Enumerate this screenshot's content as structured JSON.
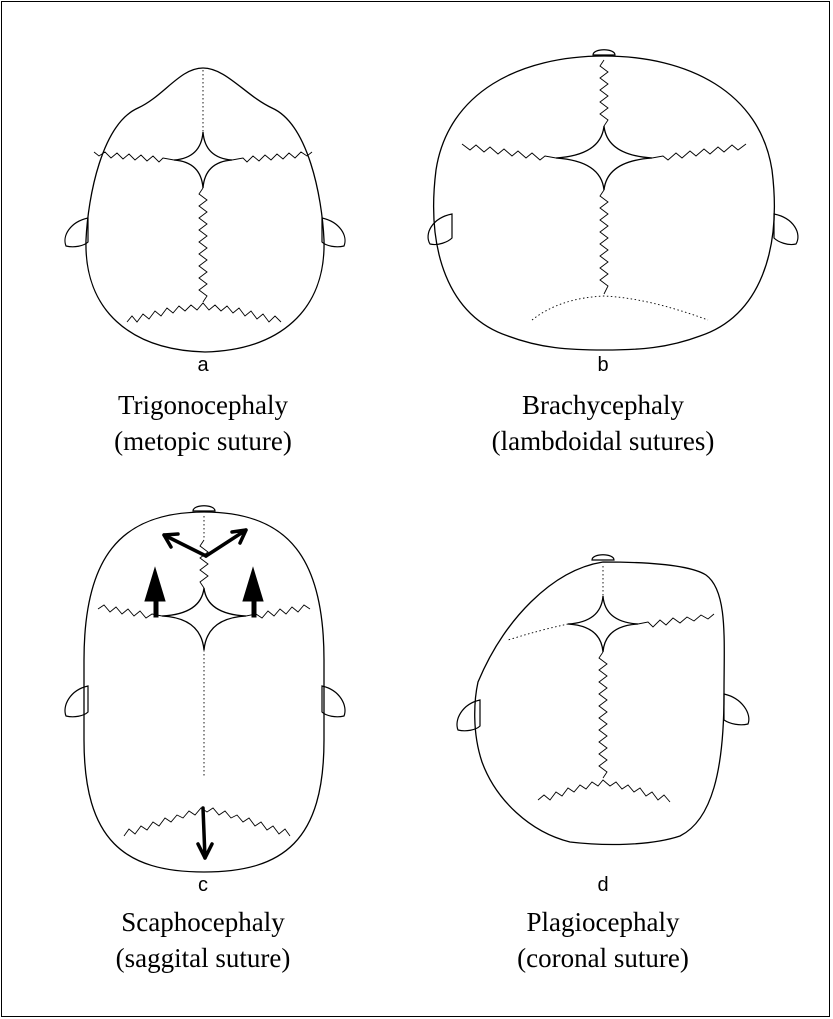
{
  "panels": {
    "a": {
      "letter": "a",
      "name": "Trigonocephaly",
      "suture": "(metopic suture)"
    },
    "b": {
      "letter": "b",
      "name": "Brachycephaly",
      "suture": "(lambdoidal sutures)"
    },
    "c": {
      "letter": "c",
      "name": "Scaphocephaly",
      "suture": "(saggital suture)"
    },
    "d": {
      "letter": "d",
      "name": "Plagiocephaly",
      "suture": "(coronal suture)"
    }
  },
  "colors": {
    "line": "#000000",
    "background": "#ffffff"
  }
}
